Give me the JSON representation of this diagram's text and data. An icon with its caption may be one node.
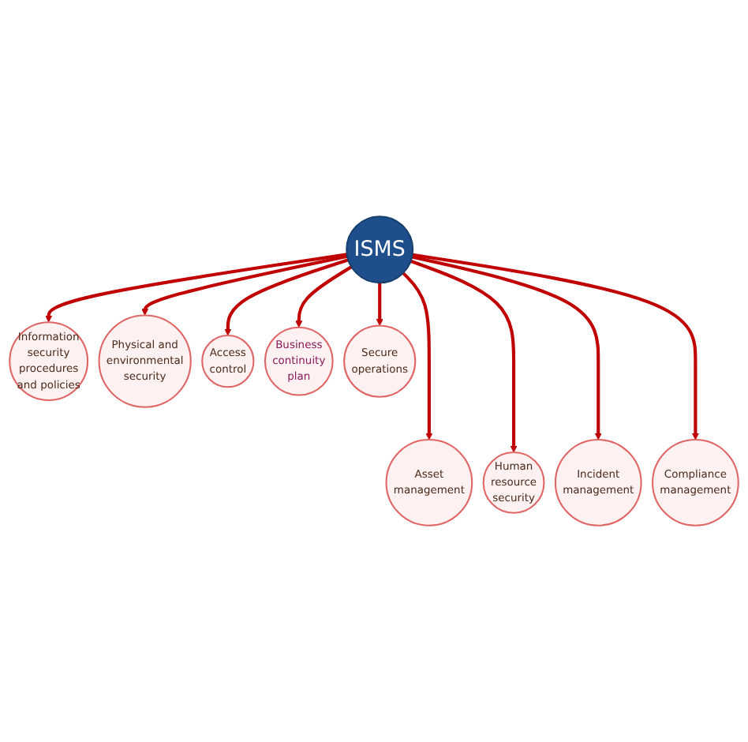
{
  "diagram": {
    "nodes": [
      {
        "text": [
          "ISMS"
        ]
      },
      {
        "text": [
          "Information security procedures and policies"
        ]
      },
      {
        "text": [
          "Asset management"
        ]
      },
      {
        "text": [
          "Physical and environmental security"
        ]
      },
      {
        "text": [
          "Human resource security"
        ]
      },
      {
        "text": [
          "Access control"
        ]
      },
      {
        "text": [
          "Incident management"
        ]
      },
      {
        "text": [
          "Business continuity plan"
        ]
      },
      {
        "text": [
          "Compliance management"
        ]
      },
      {
        "text": [
          "Secure operations"
        ]
      }
    ],
    "edges": [
      {
        "from": 0,
        "to": 1,
        "arrow": "to"
      },
      {
        "from": 0,
        "to": 2,
        "arrow": "to"
      },
      {
        "from": 0,
        "to": 3,
        "arrow": "to"
      },
      {
        "from": 0,
        "to": 4,
        "arrow": "to"
      },
      {
        "from": 0,
        "to": 5,
        "arrow": "to"
      },
      {
        "from": 0,
        "to": 6,
        "arrow": "to"
      },
      {
        "from": 0,
        "to": 7,
        "arrow": "to"
      },
      {
        "from": 0,
        "to": 8,
        "arrow": "to"
      },
      {
        "from": 0,
        "to": 9,
        "arrow": "to"
      }
    ]
  }
}
